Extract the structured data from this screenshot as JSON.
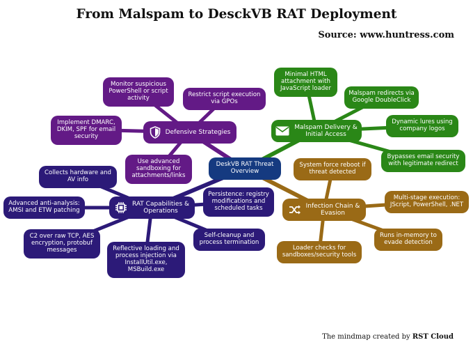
{
  "header": {
    "title": "From Malspam to DesckVB RAT Deployment",
    "source": "Source: www.huntress.com"
  },
  "footer": {
    "credit_prefix": "The mindmap created by",
    "credit_brand": "RST Cloud"
  },
  "colors": {
    "center": "#153a80",
    "defensive": "#631a86",
    "malspam": "#2a8717",
    "infection": "#9a6a16",
    "capabilities": "#2c1a78"
  },
  "mindmap": {
    "center": "DeskVB RAT Threat\nOverview",
    "branches": {
      "defensive": {
        "label": "Defensive Strategies",
        "icon": "shield-icon",
        "children": [
          "Monitor suspicious\nPowerShell or script\nactivity",
          "Restrict script execution\nvia GPOs",
          "Implement DMARC,\nDKIM, SPF for email\nsecurity",
          "Use advanced\nsandboxing for\nattachments/links"
        ]
      },
      "malspam": {
        "label": "Malspam Delivery &\nInitial Access",
        "icon": "envelope-icon",
        "children": [
          "Minimal HTML\nattachment with\nJavaScript loader",
          "Malspam redirects via\nGoogle DoubleClick",
          "Dynamic lures using\ncompany logos",
          "Bypasses email security\nwith legitimate redirect"
        ]
      },
      "infection": {
        "label": "Infection Chain &\nEvasion",
        "icon": "shuffle-icon",
        "children": [
          "System force reboot if\nthreat detected",
          "Multi-stage execution:\nJScript, PowerShell, .NET",
          "Runs in-memory to\nevade detection",
          "Loader checks for\nsandboxes/security tools"
        ]
      },
      "capabilities": {
        "label": "RAT Capabilities &\nOperations",
        "icon": "chip-icon",
        "children": [
          "Collects hardware and\nAV info",
          "Advanced anti-analysis:\nAMSI and ETW patching",
          "C2 over raw TCP, AES\nencryption, protobuf\nmessages",
          "Reflective loading and\nprocess injection via\nInstallUtil.exe,\nMSBuild.exe",
          "Self-cleanup and\nprocess termination",
          "Persistence: registry\nmodifications and\nscheduled tasks"
        ]
      }
    }
  }
}
